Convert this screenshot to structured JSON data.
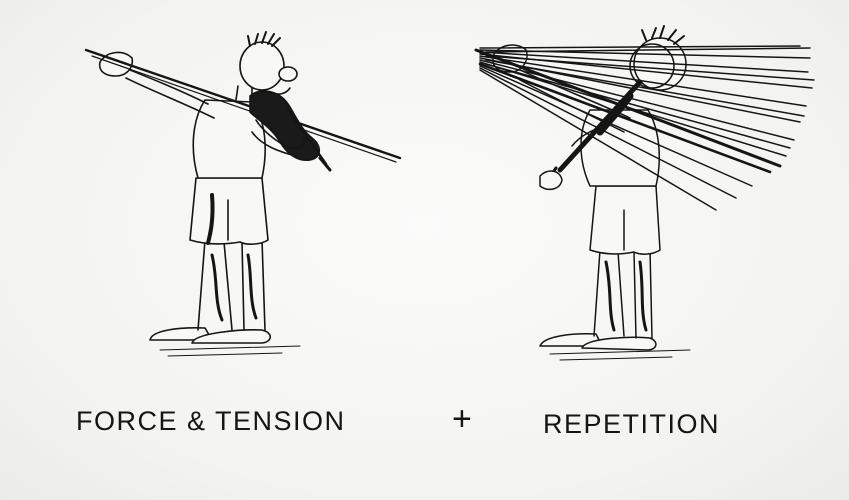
{
  "diagram": {
    "left_caption": "FORCE & TENSION",
    "operator": "+",
    "right_caption": "REPETITION"
  },
  "colors": {
    "background": "#f4f4f2",
    "ink": "#151515"
  },
  "icons": {
    "left_figure": "violinist-force-tension-illustration",
    "right_figure": "violinist-repetition-illustration"
  }
}
